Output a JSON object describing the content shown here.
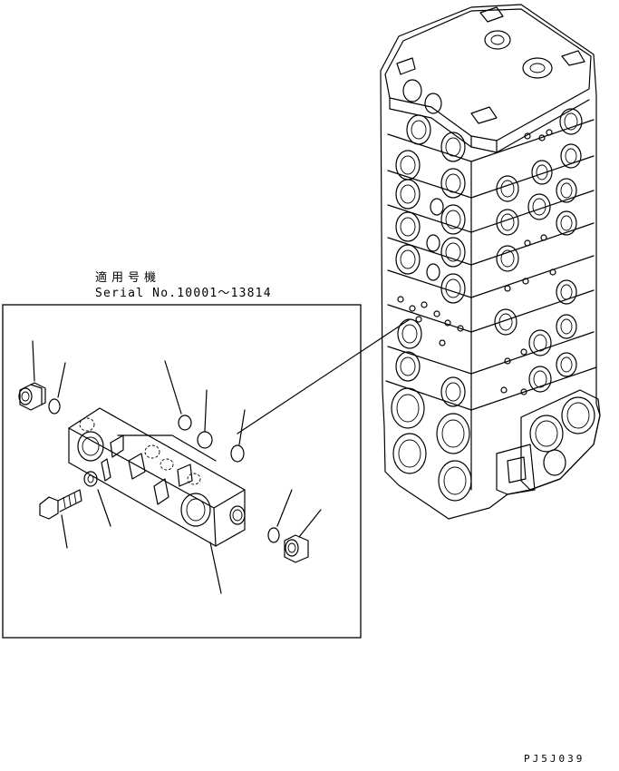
{
  "diagram": {
    "applicability_label": "適用号機",
    "serial_label": "Serial No.10001～13814",
    "drawing_code": "PJ5J039"
  }
}
